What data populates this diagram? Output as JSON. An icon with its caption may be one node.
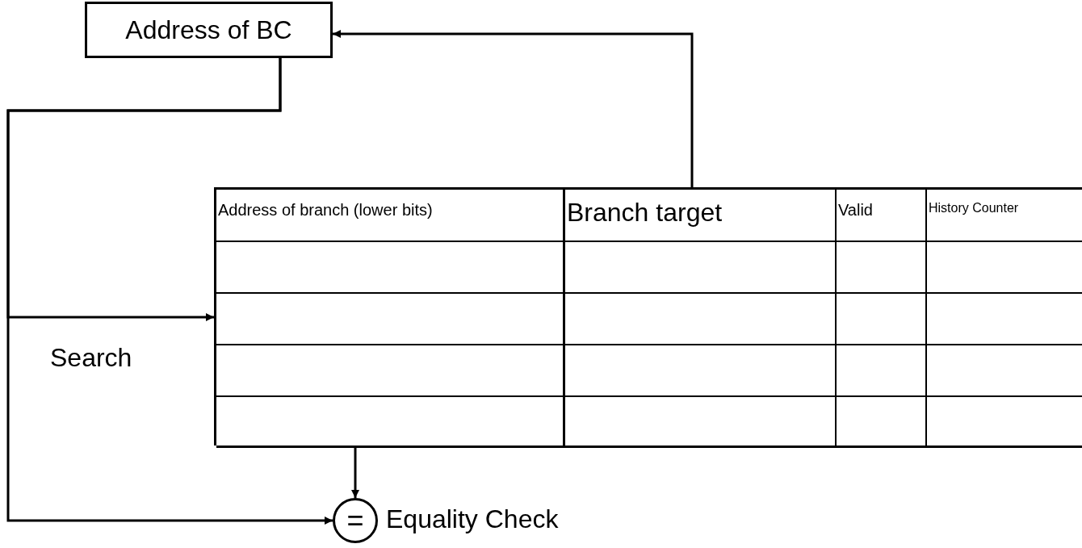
{
  "diagram": {
    "nodes": [
      {
        "text": [
          "Address of BC"
        ]
      },
      {
        "text": [
          "Address of branch (lower bits)",
          "Branch target",
          "Valid",
          "History Counter"
        ]
      },
      {
        "text": [
          "="
        ],
        "beside": [
          "Equality Check"
        ]
      }
    ],
    "edges": [
      {
        "from": 0,
        "to": 1,
        "arrow": "to",
        "label": "Search"
      },
      {
        "from": 0,
        "to": 2,
        "arrow": "to"
      },
      {
        "from": 1,
        "to": 2,
        "arrow": "to"
      },
      {
        "from": 1,
        "to": 0,
        "arrow": "to"
      }
    ]
  }
}
